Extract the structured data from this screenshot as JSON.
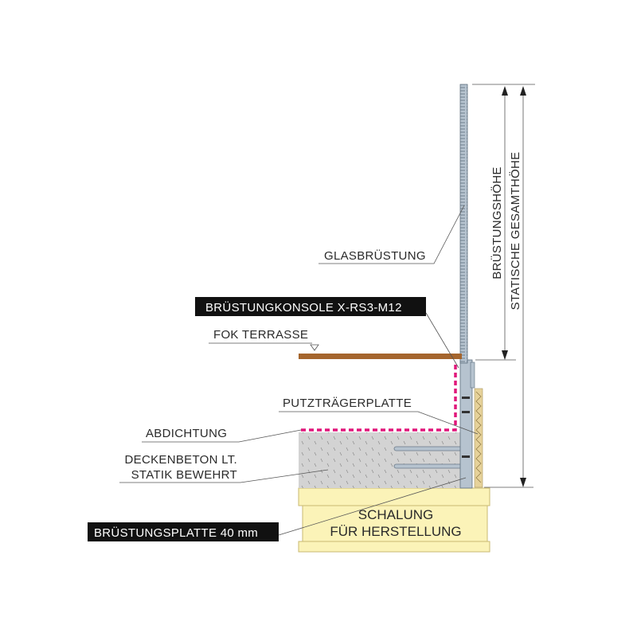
{
  "labels": {
    "glass": "GLASBRÜSTUNG",
    "console": "BRÜSTUNGKONSOLE X-RS3-M12",
    "fok": "FOK TERRASSE",
    "putz": "PUTZTRÄGERPLATTE",
    "seal": "ABDICHTUNG",
    "concrete_1": "DECKENBETON LT.",
    "concrete_2": "STATIK BEWEHRT",
    "plate": "BRÜSTUNGSPLATTE 40 mm",
    "formwork_1": "SCHALUNG",
    "formwork_2": "FÜR HERSTELLUNG",
    "dim_railing": "BRÜSTUNGSHÖHE",
    "dim_total": "STATISCHE GESAMTHÖHE"
  },
  "colors": {
    "terrace": "#a5652d",
    "membrane": "#e0157a",
    "concrete": "#d3d3d3",
    "formwork": "#fbf3b8",
    "steel": "#b6c3cf",
    "insulation": "#e6d29a",
    "label_bg": "#111111"
  }
}
